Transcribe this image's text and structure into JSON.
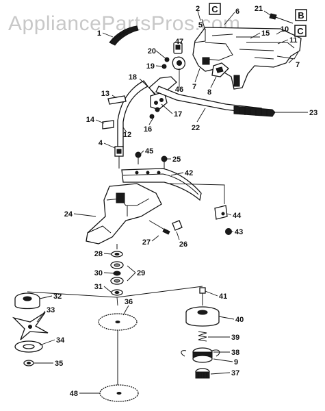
{
  "watermark": "AppliancePartsPros.com",
  "boxed_labels": [
    {
      "id": "c1",
      "text": "C"
    },
    {
      "id": "b",
      "text": "B"
    },
    {
      "id": "c2",
      "text": "C"
    }
  ],
  "callouts": [
    {
      "id": "n1",
      "text": "1"
    },
    {
      "id": "n2",
      "text": "2"
    },
    {
      "id": "n6",
      "text": "6"
    },
    {
      "id": "n5",
      "text": "5"
    },
    {
      "id": "n21",
      "text": "21"
    },
    {
      "id": "n10",
      "text": "10"
    },
    {
      "id": "n15",
      "text": "15"
    },
    {
      "id": "n11",
      "text": "11"
    },
    {
      "id": "n7a",
      "text": "7"
    },
    {
      "id": "n7b",
      "text": "7"
    },
    {
      "id": "n8",
      "text": "8"
    },
    {
      "id": "n20",
      "text": "20"
    },
    {
      "id": "n47",
      "text": "47"
    },
    {
      "id": "n19",
      "text": "19"
    },
    {
      "id": "n18",
      "text": "18"
    },
    {
      "id": "n46",
      "text": "46"
    },
    {
      "id": "n13",
      "text": "13"
    },
    {
      "id": "n17",
      "text": "17"
    },
    {
      "id": "n16",
      "text": "16"
    },
    {
      "id": "n23",
      "text": "23"
    },
    {
      "id": "n14",
      "text": "14"
    },
    {
      "id": "n12",
      "text": "12"
    },
    {
      "id": "n22",
      "text": "22"
    },
    {
      "id": "n4",
      "text": "4"
    },
    {
      "id": "n45",
      "text": "45"
    },
    {
      "id": "n25",
      "text": "25"
    },
    {
      "id": "n42",
      "text": "42"
    },
    {
      "id": "n24",
      "text": "24"
    },
    {
      "id": "n44",
      "text": "44"
    },
    {
      "id": "n43",
      "text": "43"
    },
    {
      "id": "n27",
      "text": "27"
    },
    {
      "id": "n26",
      "text": "26"
    },
    {
      "id": "n28",
      "text": "28"
    },
    {
      "id": "n30",
      "text": "30"
    },
    {
      "id": "n29",
      "text": "29"
    },
    {
      "id": "n31",
      "text": "31"
    },
    {
      "id": "n32",
      "text": "32"
    },
    {
      "id": "n41",
      "text": "41"
    },
    {
      "id": "n33",
      "text": "33"
    },
    {
      "id": "n36",
      "text": "36"
    },
    {
      "id": "n40",
      "text": "40"
    },
    {
      "id": "n34",
      "text": "34"
    },
    {
      "id": "n39",
      "text": "39"
    },
    {
      "id": "n35",
      "text": "35"
    },
    {
      "id": "n38",
      "text": "38"
    },
    {
      "id": "n9",
      "text": "9"
    },
    {
      "id": "n37",
      "text": "37"
    },
    {
      "id": "n48",
      "text": "48"
    }
  ]
}
